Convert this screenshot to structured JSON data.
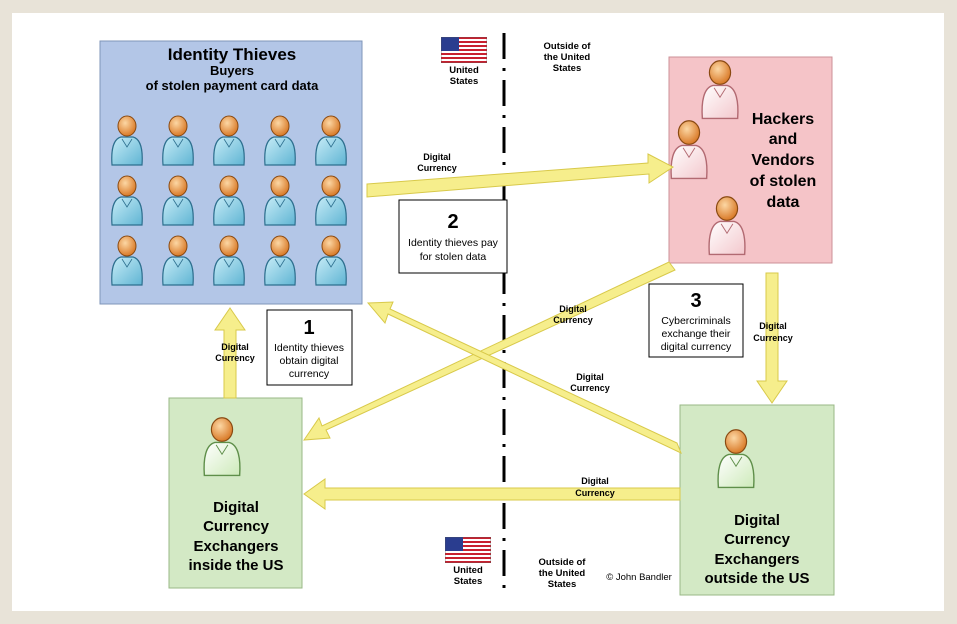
{
  "groups": {
    "thieves": {
      "title": "Identity Thieves",
      "sub1": "Buyers",
      "sub2": "of stolen payment card data"
    },
    "hackers": {
      "l1": "Hackers",
      "l2": "and",
      "l3": "Vendors",
      "l4": "of stolen",
      "l5": "data"
    },
    "exchangers_in": {
      "l1": "Digital",
      "l2": "Currency",
      "l3": "Exchangers",
      "l4": "inside the US"
    },
    "exchangers_out": {
      "l1": "Digital",
      "l2": "Currency",
      "l3": "Exchangers",
      "l4": "outside the US"
    }
  },
  "regions": {
    "us_top": {
      "l1": "United",
      "l2": "States"
    },
    "outside_top": {
      "l1": "Outside of",
      "l2": "the United",
      "l3": "States"
    },
    "us_bottom": {
      "l1": "United",
      "l2": "States"
    },
    "outside_bottom": {
      "l1": "Outside of",
      "l2": "the United",
      "l3": "States"
    }
  },
  "arrow_labels": {
    "a1": {
      "l1": "Digital",
      "l2": "Currency"
    },
    "a2": {
      "l1": "Digital",
      "l2": "Currency"
    },
    "a3": {
      "l1": "Digital",
      "l2": "Currency"
    },
    "a4": {
      "l1": "Digital",
      "l2": "Currency"
    },
    "a5": {
      "l1": "Digital",
      "l2": "Currency"
    },
    "a6": {
      "l1": "Digital",
      "l2": "Currency"
    }
  },
  "steps": {
    "s1": {
      "number": "1",
      "l1": "Identity thieves",
      "l2": "obtain digital",
      "l3": "currency"
    },
    "s2": {
      "number": "2",
      "l1": "Identity thieves pay",
      "l2": "for stolen data"
    },
    "s3": {
      "number": "3",
      "l1": "Cybercriminals",
      "l2": "exchange their",
      "l3": "digital currency"
    }
  },
  "copyright": "© John Bandler",
  "colors": {
    "thieves_bg": "#b3c6e7",
    "hackers_bg": "#f5c4c8",
    "exchangers_bg": "#d3e9c5",
    "arrow": "#f6ee8c",
    "arrow_stroke": "#d8c94a",
    "person_head": "#e8923c",
    "person_body_blue": "#8fd0e6",
    "person_body_pink": "#ffe2e5",
    "person_body_green": "#e3f6da"
  }
}
